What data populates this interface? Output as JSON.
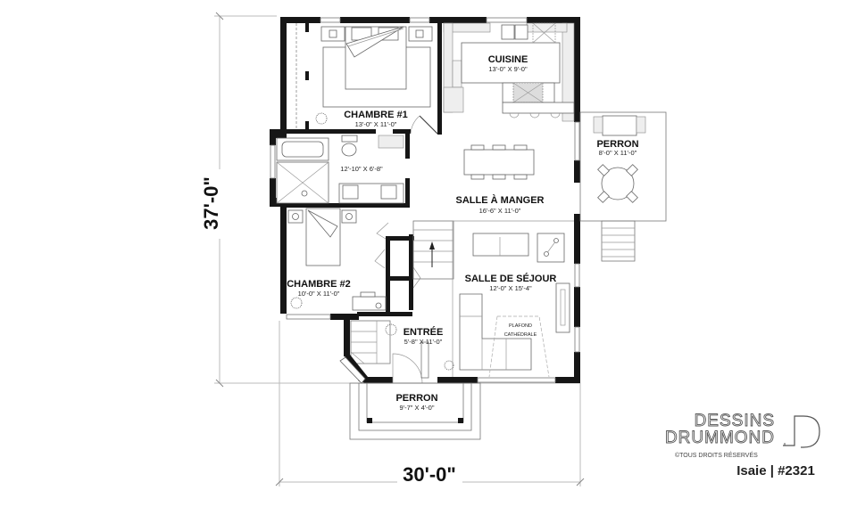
{
  "plan": {
    "title": "Isaie | #2321",
    "model_name": "Isaie",
    "plan_number": "#2321",
    "separator": "|"
  },
  "dimensions": {
    "width": "30'-0\"",
    "depth": "37'-0\""
  },
  "rooms": {
    "chambre1": {
      "name": "CHAMBRE #1",
      "size": "13'-0\" X 11'-0\""
    },
    "cuisine": {
      "name": "CUISINE",
      "size": "13'-0\" X 9'-0\""
    },
    "salle_bain": {
      "name": "",
      "size": "12'-10\" X 6'-8\""
    },
    "salle_manger": {
      "name": "SALLE À MANGER",
      "size": "16'-6\" X 11'-0\""
    },
    "perron_cote": {
      "name": "PERRON",
      "size": "8'-0\" X 11'-0\""
    },
    "chambre2": {
      "name": "CHAMBRE #2",
      "size": "10'-0\" X 11'-0\""
    },
    "salle_sejour": {
      "name": "SALLE DE SÉJOUR",
      "size": "12'-0\" X 15'-4\""
    },
    "plafond": {
      "line1": "PLAFOND",
      "line2": "CATHÉDRALE"
    },
    "entree": {
      "name": "ENTRÉE",
      "size": "5'-8\" X 11'-0\""
    },
    "perron_avant": {
      "name": "PERRON",
      "size": "9'-7\" X 4'-0\""
    }
  },
  "brand": {
    "line1": "DESSINS",
    "line2": "DRUMMOND",
    "rights": "©TOUS DROITS RÉSERVÉS"
  },
  "colors": {
    "wall": "#161616",
    "line": "#777777",
    "background": "#ffffff"
  }
}
